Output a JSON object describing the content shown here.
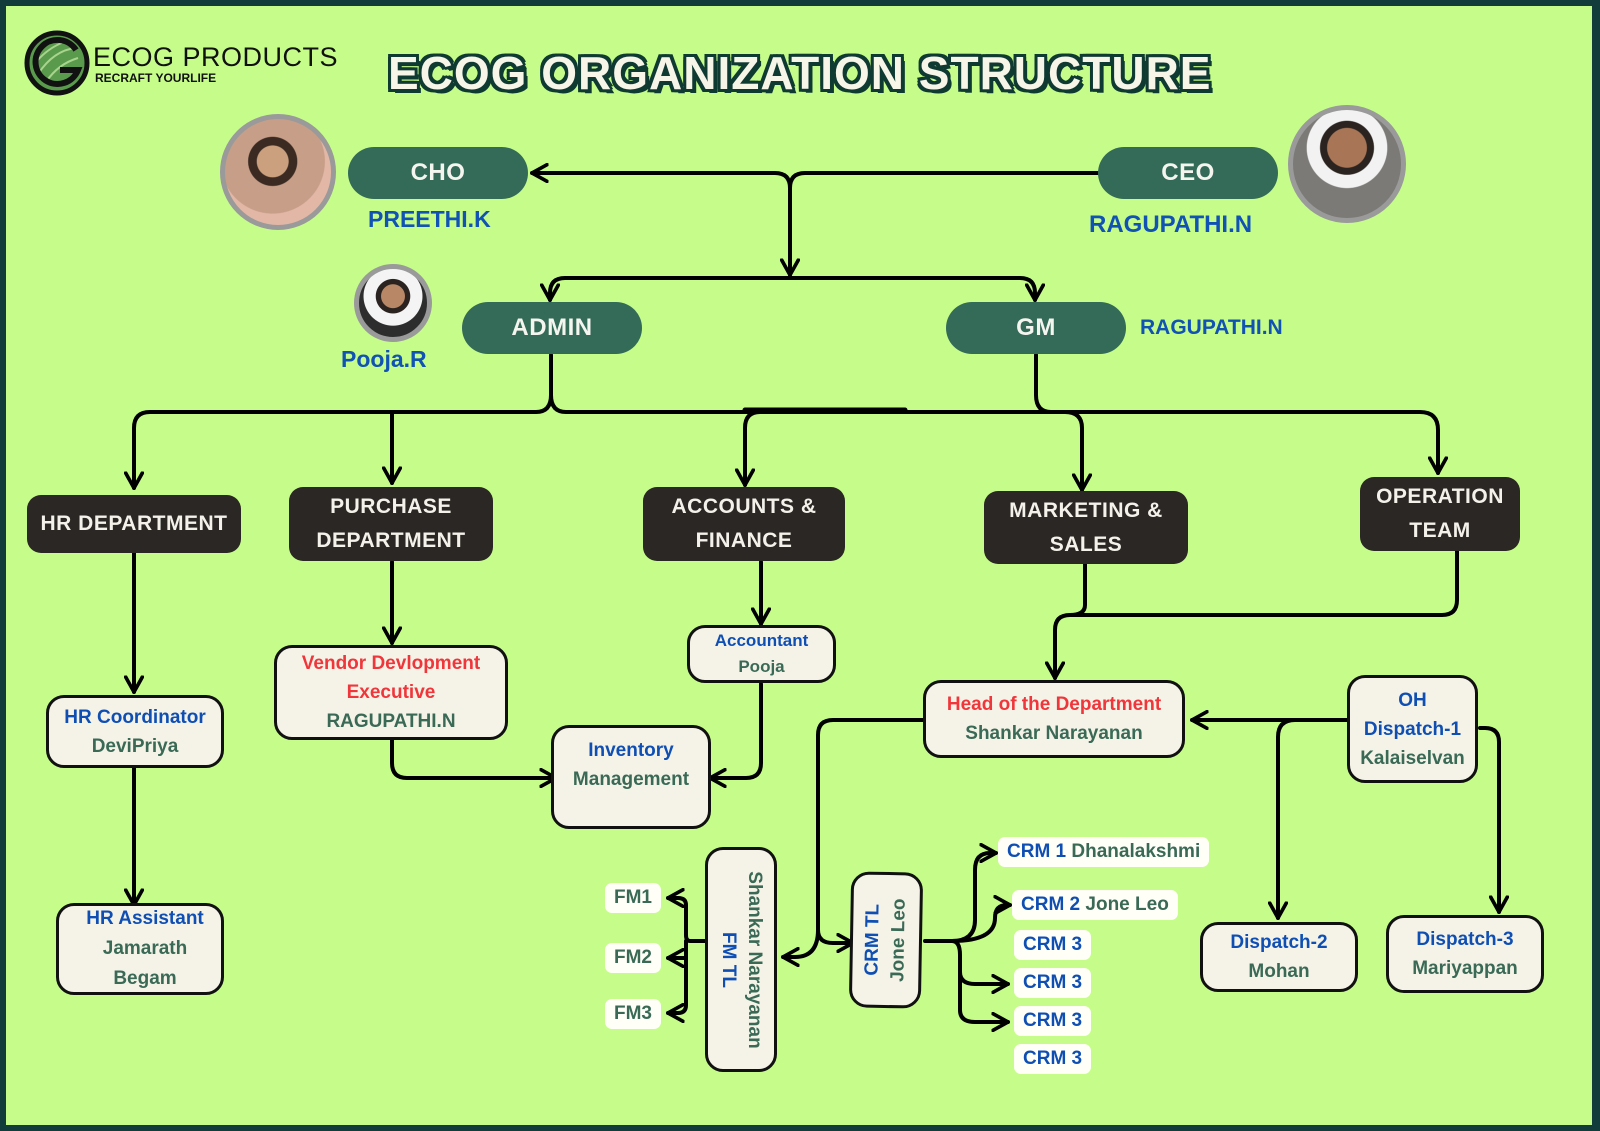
{
  "brand": {
    "name": "ECOG PRODUCTS",
    "tagline": "RECRAFT YOURLIFE",
    "logo_icon": "leaf-g-logo-icon"
  },
  "title": "ECOG ORGANIZATION STRUCTURE",
  "colors": {
    "background": "#c6fd8a",
    "frame": "#123c3c",
    "leader_pill": "#346b58",
    "department_box": "#2b2724",
    "card": "#f5f3e8",
    "role_blue": "#0f4fb4",
    "name_green": "#3a6a56",
    "role_red": "#f0363a"
  },
  "leaders": {
    "cho": {
      "role": "CHO",
      "name": "PREETHI.K",
      "photo_icon": "person-photo-icon"
    },
    "ceo": {
      "role": "CEO",
      "name": "RAGUPATHI.N",
      "photo_icon": "person-photo-icon"
    },
    "admin": {
      "role": "ADMIN",
      "name": "Pooja.R",
      "photo_icon": "person-photo-icon"
    },
    "gm": {
      "role": "GM",
      "name": "RAGUPATHI.N"
    }
  },
  "departments": [
    {
      "id": "hr",
      "lines": [
        "HR DEPARTMENT"
      ]
    },
    {
      "id": "purchase",
      "lines": [
        "PURCHASE",
        "DEPARTMENT"
      ]
    },
    {
      "id": "accounts",
      "lines": [
        "ACCOUNTS &",
        "FINANCE"
      ]
    },
    {
      "id": "marketing",
      "lines": [
        "MARKETING &",
        "SALES"
      ]
    },
    {
      "id": "operation",
      "lines": [
        "OPERATION",
        "TEAM"
      ]
    }
  ],
  "roles": {
    "hr_coordinator": {
      "role": "HR Coordinator",
      "name": "DeviPriya"
    },
    "hr_assistant": {
      "role": "HR Assistant",
      "name_lines": [
        "Jamarath",
        "Begam"
      ]
    },
    "vendor_exec": {
      "role_lines": [
        "Vendor Devlopment",
        "Executive"
      ],
      "name": "RAGUPATHI.N"
    },
    "accountant": {
      "role": "Accountant",
      "name": "Pooja"
    },
    "inventory": {
      "role": "Inventory",
      "name": "Management"
    },
    "hod": {
      "role": "Head of the Department",
      "name": "Shankar Narayanan"
    },
    "oh_dispatch1": {
      "role_lines": [
        "OH",
        "Dispatch-1"
      ],
      "name": "Kalaiselvan"
    },
    "dispatch2": {
      "role": "Dispatch-2",
      "name": "Mohan"
    },
    "dispatch3": {
      "role": "Dispatch-3",
      "name": "Mariyappan"
    },
    "fm_tl": {
      "role": "FM TL",
      "name": "Shankar Narayanan"
    },
    "crm_tl": {
      "role": "CRM TL",
      "name": "Jone Leo"
    }
  },
  "fm_members": [
    "FM1",
    "FM2",
    "FM3"
  ],
  "crm_members": [
    {
      "code": "CRM 1",
      "name": "Dhanalakshmi"
    },
    {
      "code": "CRM 2",
      "name": "Jone Leo"
    },
    {
      "code": "CRM 3",
      "name": ""
    },
    {
      "code": "CRM 3",
      "name": ""
    },
    {
      "code": "CRM 3",
      "name": ""
    },
    {
      "code": "CRM 3",
      "name": ""
    }
  ]
}
